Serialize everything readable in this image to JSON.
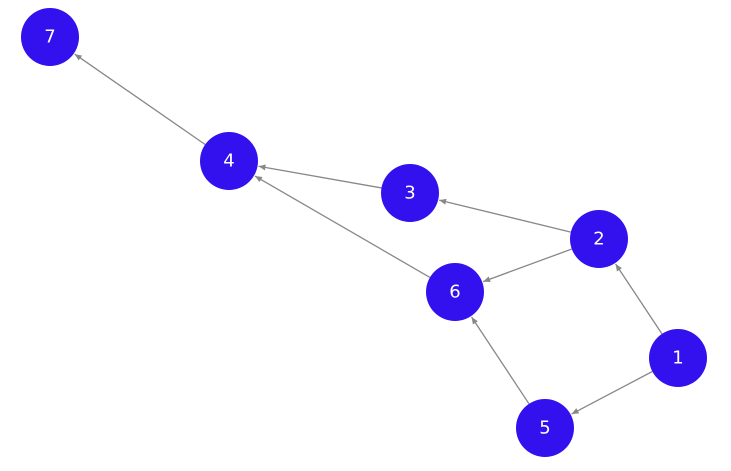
{
  "graph": {
    "node_color": "#3311ee",
    "label_color": "#ffffff",
    "edge_color": "#888888",
    "nodes": [
      {
        "id": "1",
        "label": "1"
      },
      {
        "id": "2",
        "label": "2"
      },
      {
        "id": "3",
        "label": "3"
      },
      {
        "id": "4",
        "label": "4"
      },
      {
        "id": "5",
        "label": "5"
      },
      {
        "id": "6",
        "label": "6"
      },
      {
        "id": "7",
        "label": "7"
      }
    ],
    "edges": [
      {
        "from": "1",
        "to": "2"
      },
      {
        "from": "1",
        "to": "5"
      },
      {
        "from": "2",
        "to": "3"
      },
      {
        "from": "2",
        "to": "6"
      },
      {
        "from": "3",
        "to": "4"
      },
      {
        "from": "4",
        "to": "7"
      },
      {
        "from": "5",
        "to": "6"
      },
      {
        "from": "6",
        "to": "4"
      }
    ]
  }
}
